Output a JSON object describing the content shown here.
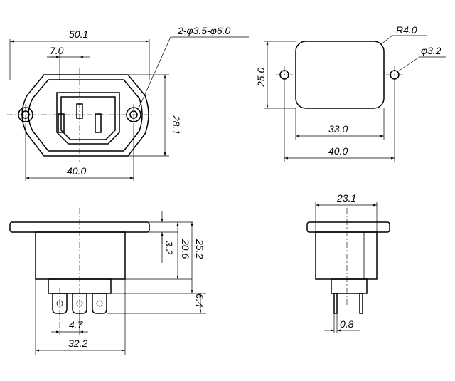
{
  "front_view": {
    "dim_total_width": "50.1",
    "dim_pin_offset": "7.0",
    "dim_holes": "2-φ3.5-φ6.0",
    "dim_height": "28.1",
    "dim_hole_spacing": "40.0"
  },
  "cutout_view": {
    "dim_radius": "R4.0",
    "dim_height": "25.0",
    "dim_hole": "φ3.2",
    "dim_cutout_width": "33.0",
    "dim_hole_spacing": "40.0"
  },
  "side_view": {
    "dim_flange": "3.2",
    "dim_body": "20.6",
    "dim_total": "25.2",
    "dim_pins": "6.4",
    "dim_pin_pitch": "4.7",
    "dim_body_width": "32.2"
  },
  "end_view": {
    "dim_width": "23.1",
    "dim_pin_thickness": "0.8"
  }
}
